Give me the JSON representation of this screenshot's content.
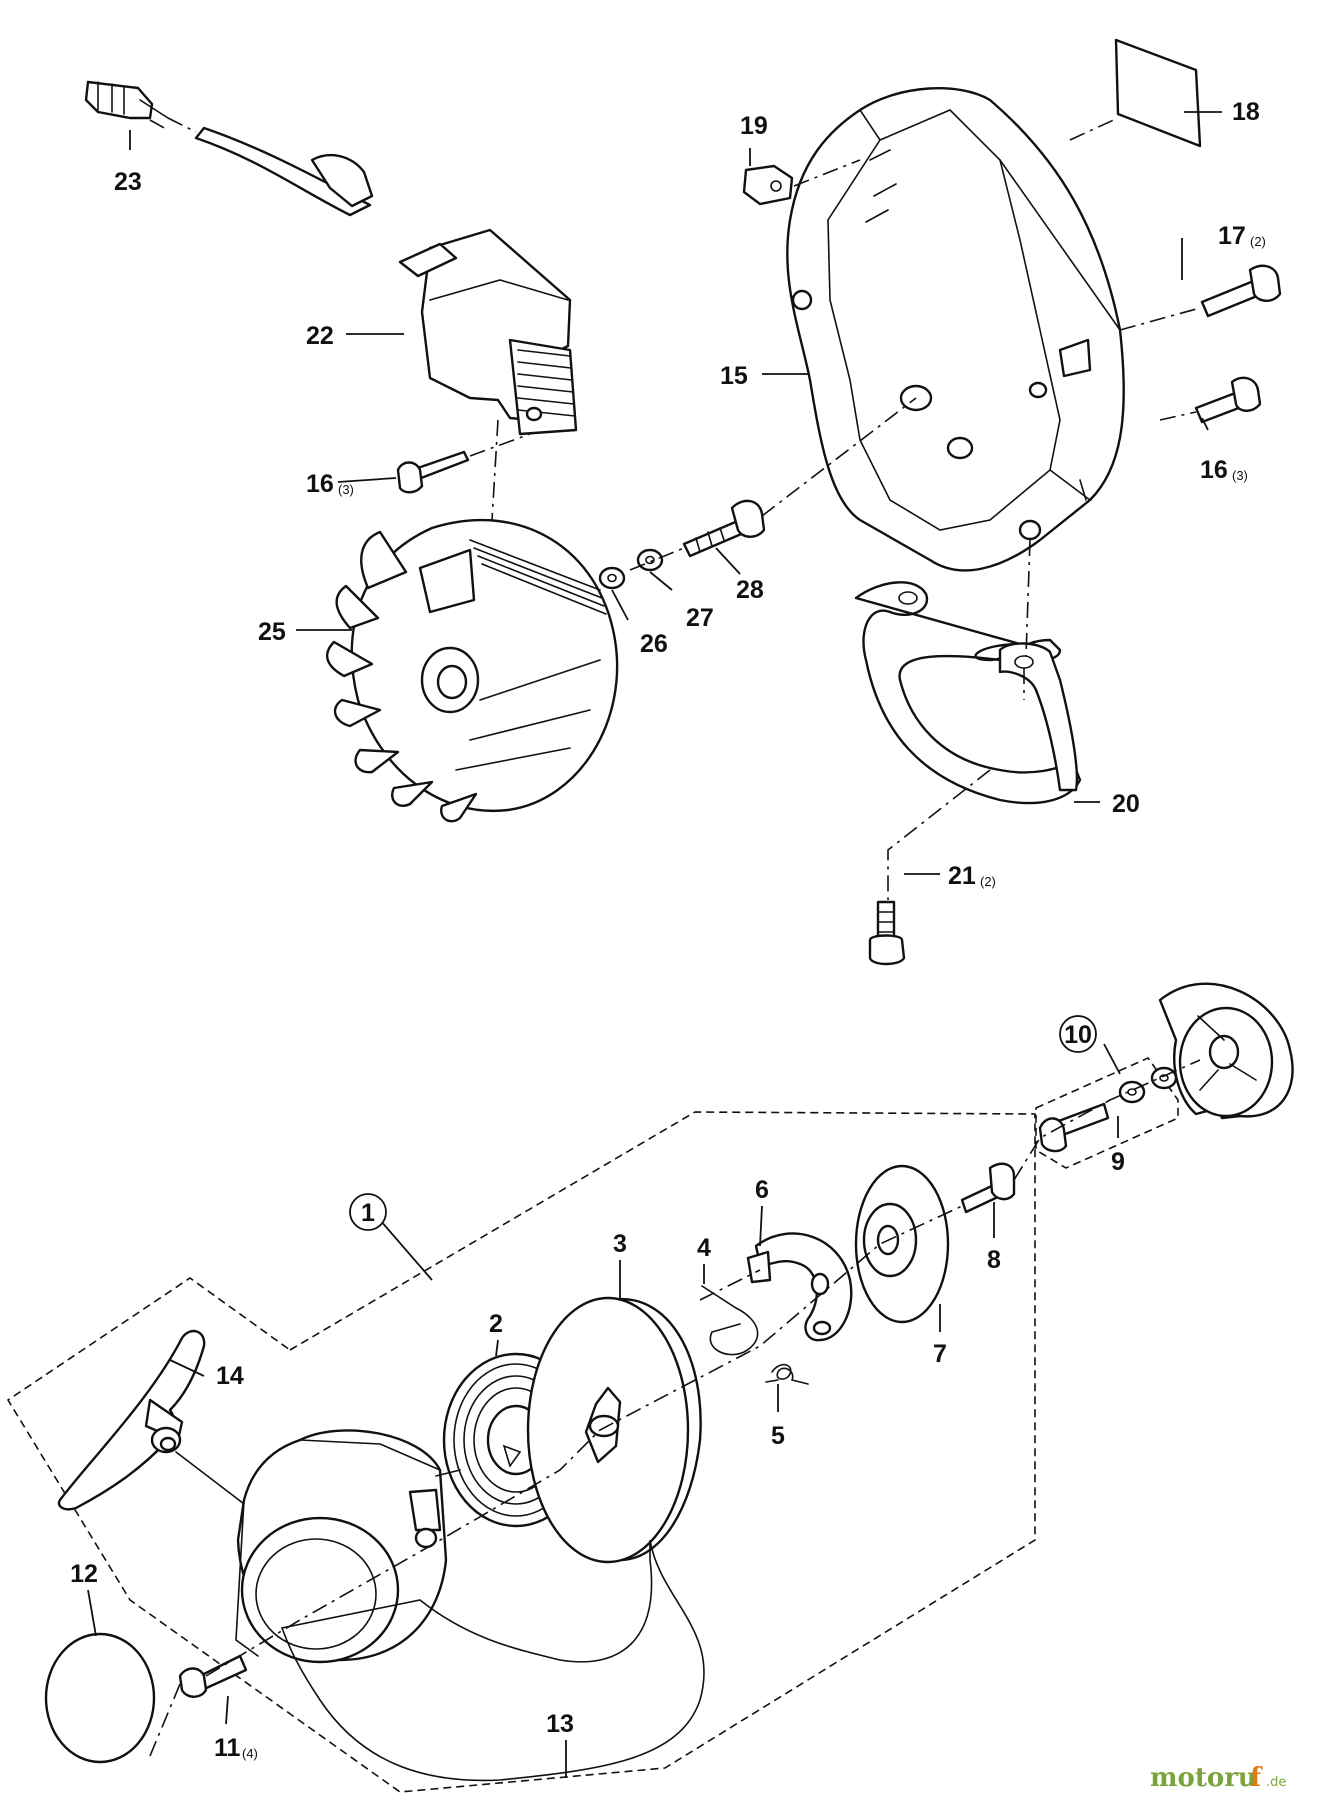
{
  "callouts": {
    "p1": "1",
    "p2": "2",
    "p3": "3",
    "p4": "4",
    "p5": "5",
    "p6": "6",
    "p7": "7",
    "p8": "8",
    "p9": "9",
    "p10": "10",
    "p11": "11",
    "p12": "12",
    "p13": "13",
    "p14": "14",
    "p15": "15",
    "p16a": "16",
    "p16b": "16",
    "p17": "17",
    "p18": "18",
    "p19": "19",
    "p20": "20",
    "p21": "21",
    "p22": "22",
    "p23": "23",
    "p25": "25",
    "p26": "26",
    "p27": "27",
    "p28": "28"
  },
  "quantities": {
    "q11": "(4)",
    "q16a": "(3)",
    "q16b": "(3)",
    "q17": "(2)",
    "q21": "(2)"
  },
  "watermark": {
    "brand_a": "motoru",
    "brand_b": "f",
    "suffix": ".de"
  }
}
